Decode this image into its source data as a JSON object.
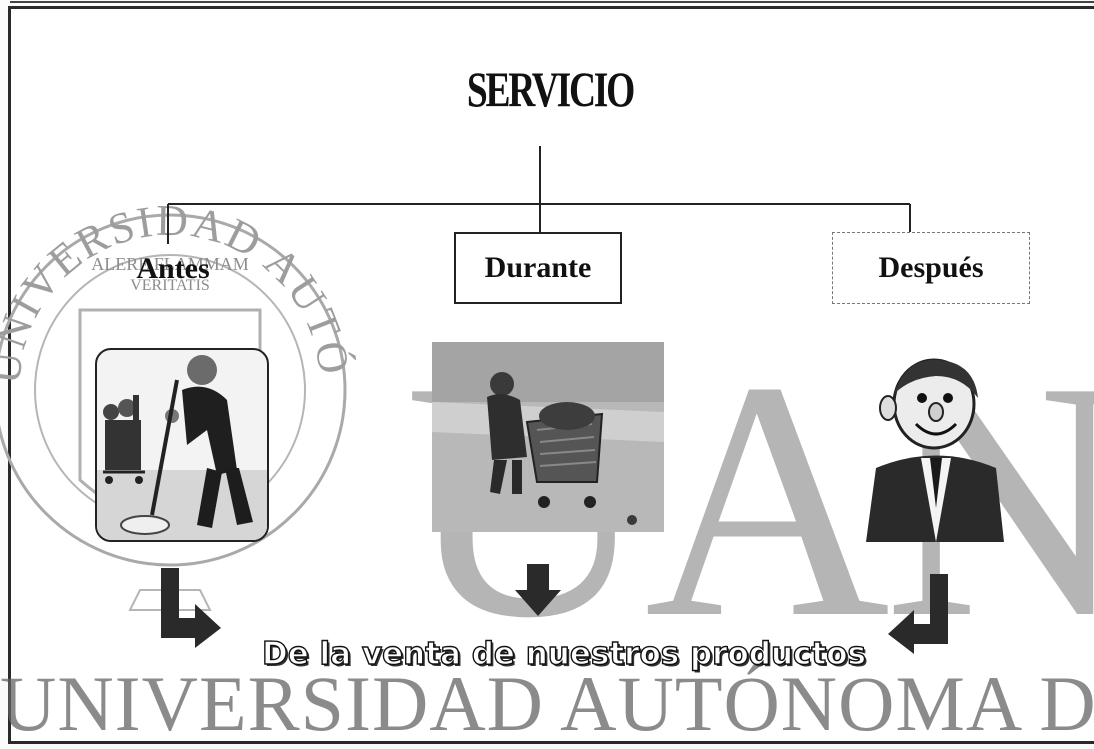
{
  "diagram": {
    "title": "SERVICIO",
    "stages": [
      {
        "label": "Antes"
      },
      {
        "label": "Durante"
      },
      {
        "label": "Después"
      }
    ],
    "caption": "De la venta de nuestros productos"
  },
  "watermark": {
    "main": "UANL",
    "bottom": "UNIVERSIDAD AUTÓNOMA DE NUEVO LEÓN",
    "seal_ring": "UNIVERSIDAD AUTÓNOMA DE NUEVO LEÓN",
    "seal_motto_1": "ALERE FLAMMAM",
    "seal_motto_2": "VERITATIS"
  },
  "illustrations": [
    {
      "icon": "cleaner-with-mop-icon"
    },
    {
      "icon": "shopper-with-cart-icon"
    },
    {
      "icon": "smiling-businessman-icon"
    }
  ],
  "colors": {
    "ink": "#111111",
    "watermark": "#9a9a9a",
    "arrow": "#2a2a2a"
  }
}
